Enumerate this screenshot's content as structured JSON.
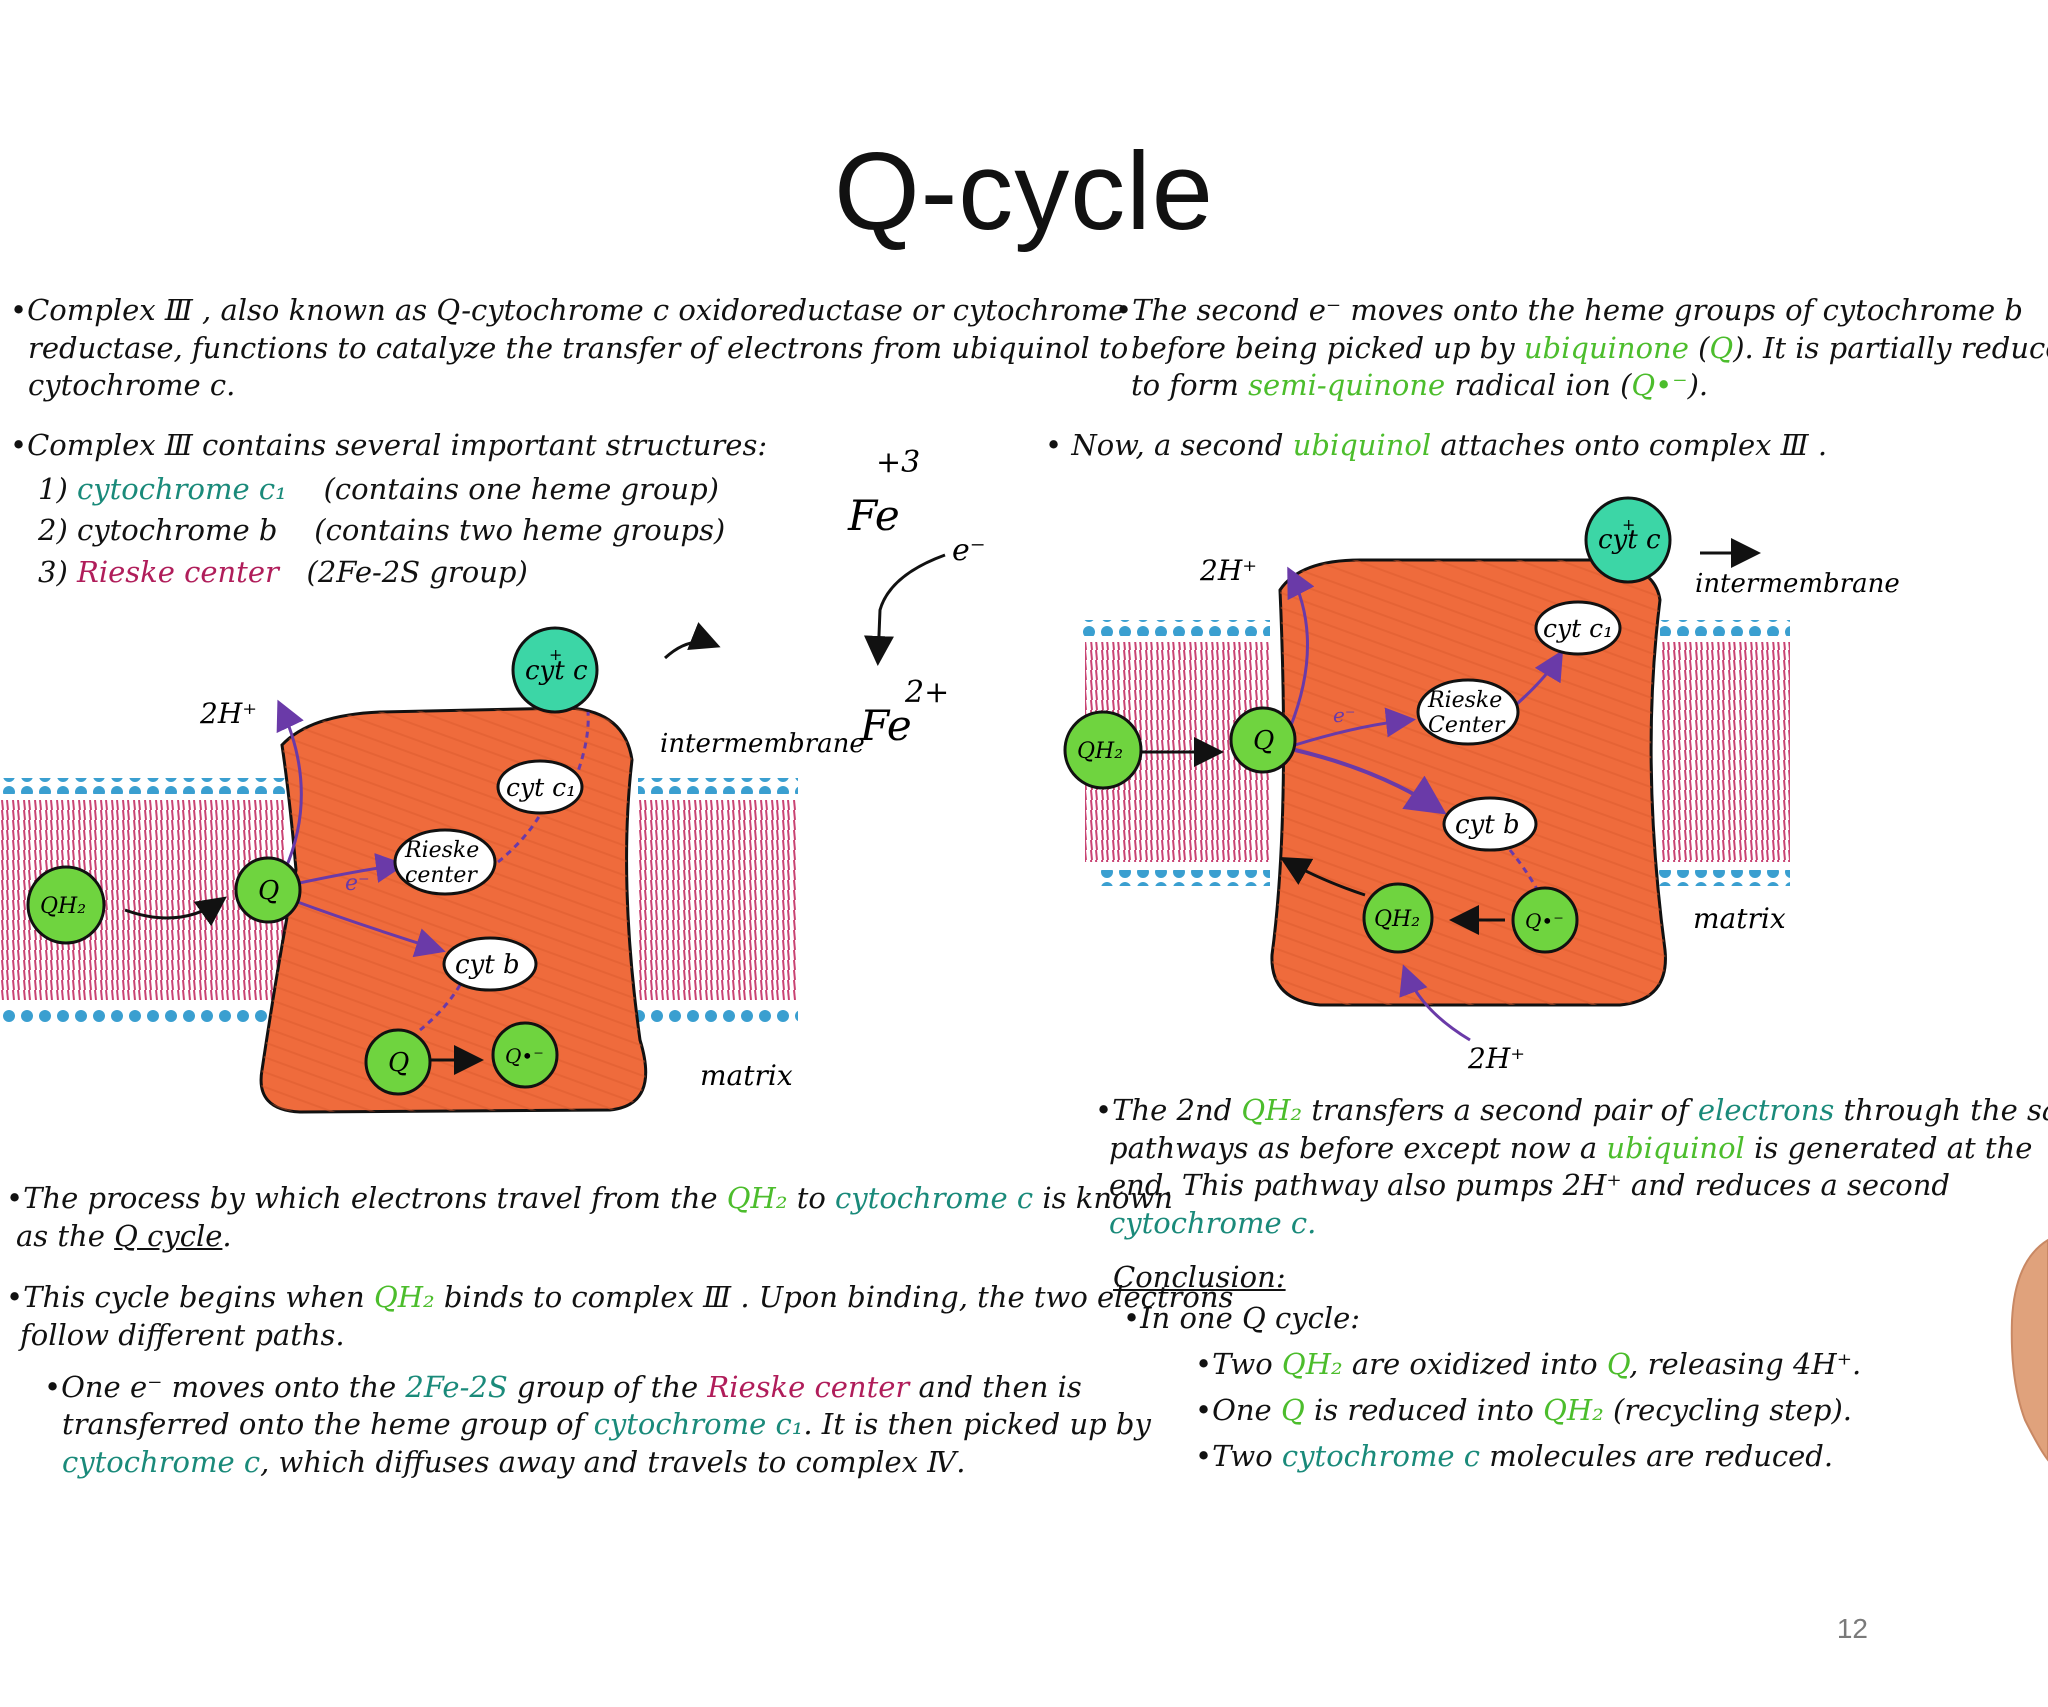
{
  "title": "Q-cycle",
  "page_number": "12",
  "colors": {
    "protein": "#ef6b3c",
    "green": "#6fd43f",
    "teal": "#3cd6a6",
    "head": "#3a9fd0",
    "tail": "#c94373"
  },
  "left": {
    "p1": {
      "a": "•Complex Ⅲ , also known as Q-cytochrome c oxidoreductase or cytochrome",
      "b": "reductase, functions to catalyze the transfer of electrons from ubiquinol to",
      "c": "cytochrome c."
    },
    "p2": {
      "intro": "•Complex Ⅲ contains several important structures:",
      "i1": "1)",
      "i1a": "cytochrome c₁",
      "i1b": "(contains one heme group)",
      "i2": "2) cytochrome b",
      "i2b": "(contains two heme groups)",
      "i3": "3)",
      "i3a": "Rieske center",
      "i3b": "(2Fe-2S group)"
    },
    "p3": {
      "a1": "•The process by which electrons travel from the",
      "a2": "QH₂",
      "a3": "to",
      "a4": "cytochrome c",
      "a5": "is known",
      "b1": "as the",
      "b2": "Q cycle",
      "b3": "."
    },
    "p4": {
      "a1": "•This cycle begins when",
      "a2": "QH₂",
      "a3": "binds to complex Ⅲ . Upon binding, the two electrons",
      "b": "follow different paths."
    },
    "p5": {
      "a1": "•One e⁻ moves onto the",
      "a2": "2Fe-2S",
      "a3": "group of the",
      "a4": "Rieske center",
      "a5": "and then is",
      "b1": "transferred onto the heme group of",
      "b2": "cytochrome c₁",
      "b3": ". It is then picked up by",
      "c1": "cytochrome c",
      "c2": ", which diffuses away and travels to complex Ⅳ."
    }
  },
  "right": {
    "p1": {
      "a1": "•The second",
      "a2": "e⁻",
      "a3": "moves onto the heme groups of cytochrome b",
      "b1": "before being picked up by",
      "b2": "ubiquinone",
      "b3": "(",
      "b4": "Q",
      "b5": "). It is partially reduced",
      "c1": "to form",
      "c2": "semi-quinone",
      "c3": "radical ion (",
      "c4": "Q•⁻",
      "c5": ")."
    },
    "p2": {
      "a1": "• Now, a second",
      "a2": "ubiquinol",
      "a3": "attaches onto complex Ⅲ ."
    },
    "p3": {
      "a1": "•The 2nd",
      "a2": "QH₂",
      "a3": "transfers a second pair of",
      "a4": "electrons",
      "a5": "through the same",
      "b1": "pathways as before except now a",
      "b2": "ubiquinol",
      "b3": "is generated at the",
      "c": "end. This pathway also pumps 2H⁺ and reduces a second",
      "d": "cytochrome c."
    },
    "conclusion": {
      "head": "Conclusion:",
      "l1": "•In one Q cycle:",
      "l2a": "•Two",
      "l2b": "QH₂",
      "l2c": "are oxidized into",
      "l2d": "Q",
      "l2e": ", releasing 4H⁺.",
      "l3a": "•One",
      "l3b": "Q",
      "l3c": "is reduced into",
      "l3d": "QH₂",
      "l3e": "(recycling step).",
      "l4a": "•Two",
      "l4b": "cytochrome c",
      "l4c": "molecules are reduced."
    }
  },
  "fe_note": {
    "fe3": "Fe",
    "fe3_sup": "+3",
    "electron": "e⁻",
    "fe2": "Fe",
    "fe2_sup": "2+"
  },
  "diagram_left": {
    "h_label": "2H⁺",
    "cytc": "cyt c",
    "cytc_mark": "+",
    "cytc1": "cyt c₁",
    "rieske1": "Rieske",
    "rieske2": "center",
    "cytb": "cyt b",
    "q": "Q",
    "qh2": "QH₂",
    "q_lower": "Q",
    "q_radical": "Q•⁻",
    "e_label": "e⁻",
    "intermembrane": "intermembrane",
    "matrix": "matrix"
  },
  "diagram_right": {
    "h_top": "2H⁺",
    "h_bottom": "2H⁺",
    "cytc": "cyt c",
    "cytc_mark": "+",
    "cytc1": "cyt c₁",
    "rieske1": "Rieske",
    "rieske2": "Center",
    "cytb": "cyt b",
    "q": "Q",
    "qh2_in": "QH₂",
    "qh2_out": "QH₂",
    "q_radical": "Q•⁻",
    "e_label": "e⁻",
    "intermembrane": "intermembrane",
    "matrix": "matrix"
  }
}
